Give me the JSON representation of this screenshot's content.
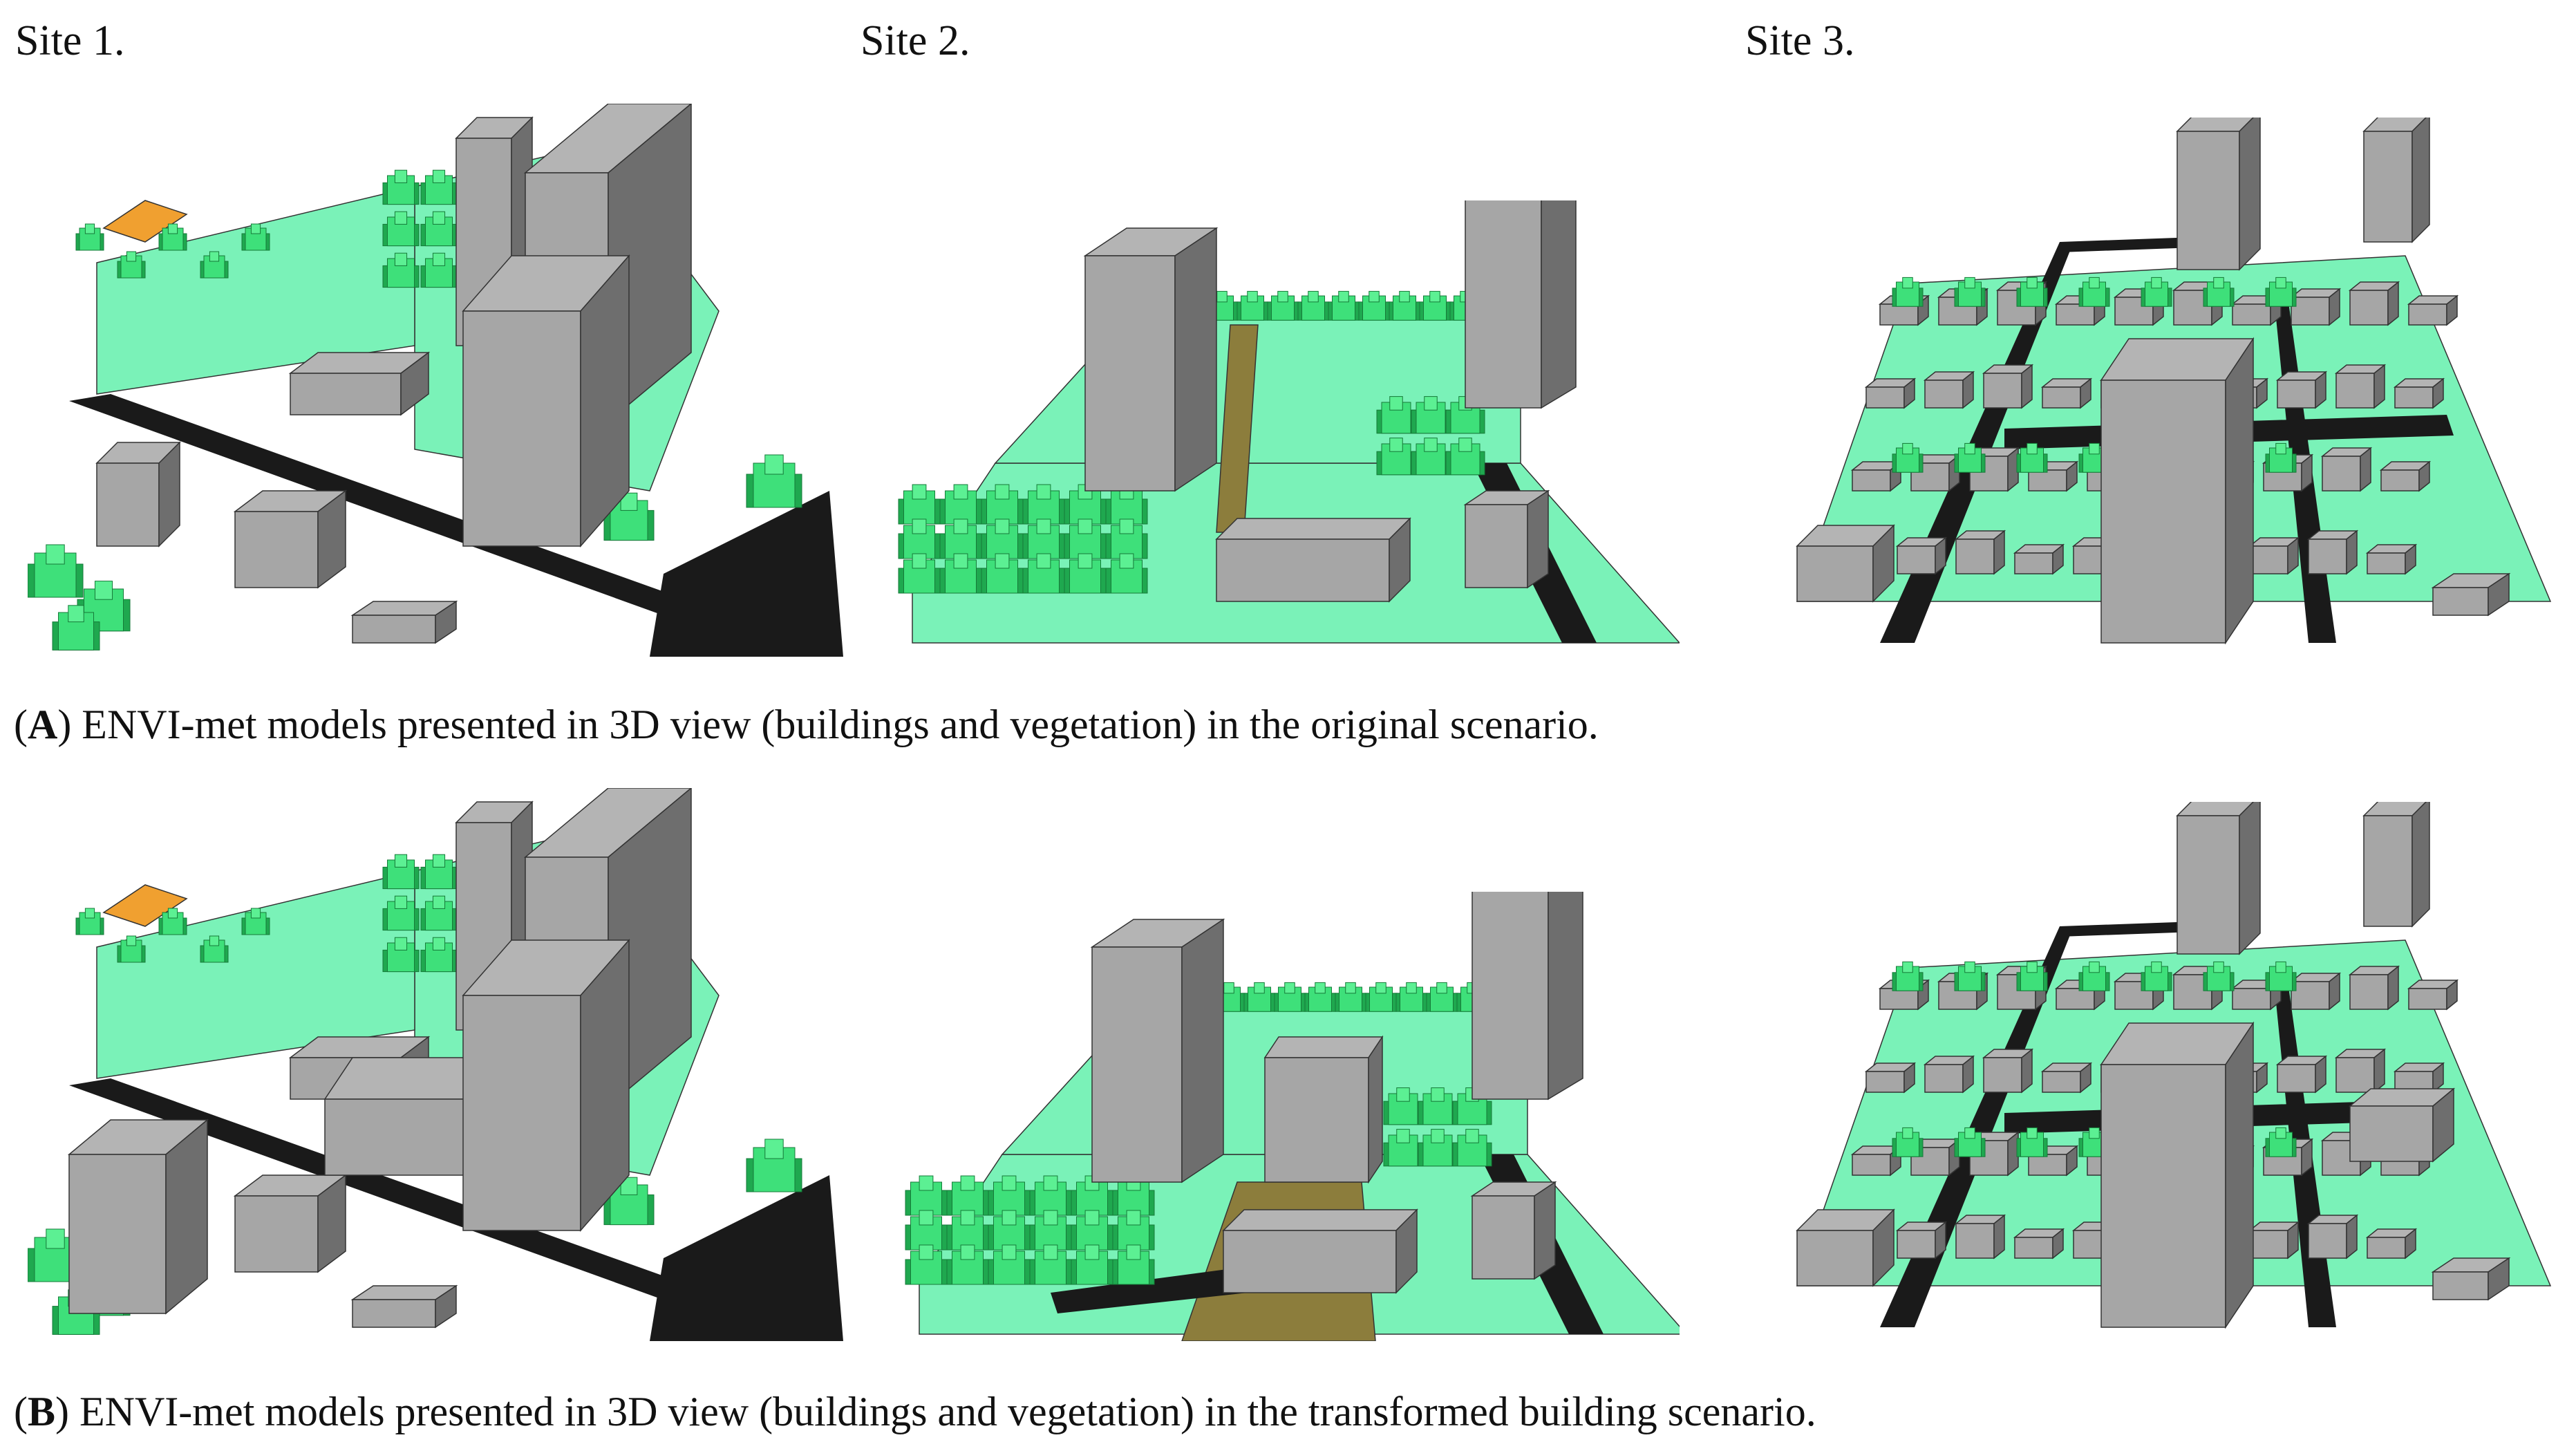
{
  "figure": {
    "site_labels": [
      "Site 1.",
      "Site 2.",
      "Site 3."
    ],
    "captions": [
      {
        "letter": "A",
        "text": ") ENVI-met models presented in 3D view (buildings and vegetation) in the original scenario."
      },
      {
        "letter": "B",
        "text": ") ENVI-met models presented in 3D view (buildings and vegetation) in the transformed building scenario."
      }
    ],
    "colors": {
      "building_top": "#b4b4b4",
      "building_front": "#a6a6a6",
      "building_side": "#6e6e6e",
      "tree_light": "#3ee07a",
      "tree_dark": "#1fa84f",
      "grass": "#7af2b8",
      "road": "#1a1a1a",
      "soil": "#8c7d3c",
      "orange": "#f0a030"
    }
  }
}
